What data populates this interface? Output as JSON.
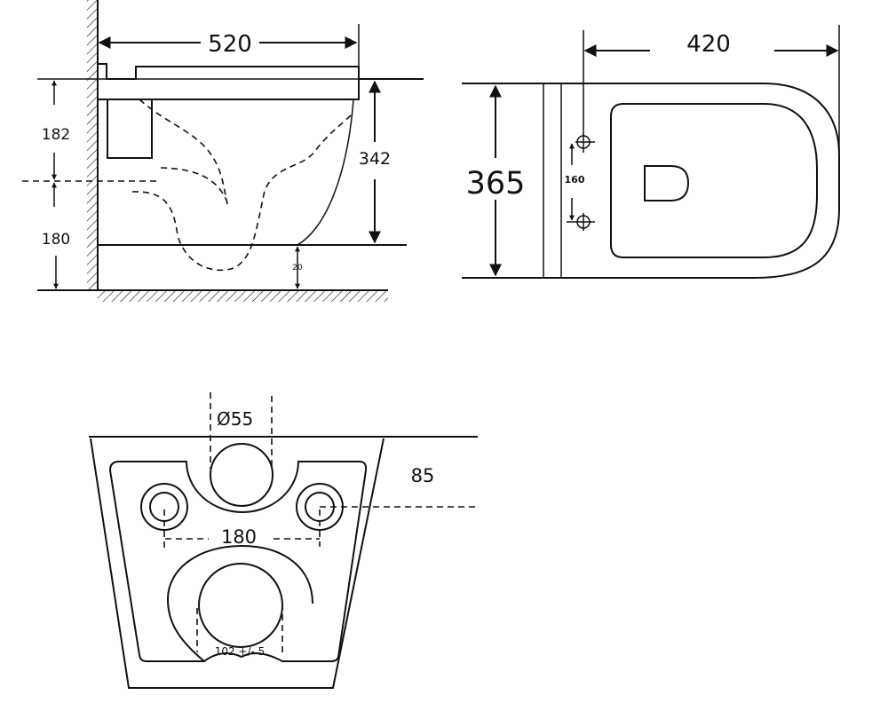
{
  "side_view": {
    "length_label": "520",
    "height_label": "342",
    "upper_offset_label": "182",
    "lower_offset_label": "180",
    "floor_gap_label": "20"
  },
  "top_view": {
    "depth_label": "420",
    "width_label": "365",
    "bolt_spacing_label": "160"
  },
  "rear_view": {
    "inlet_diameter_label": "Ø55",
    "bolt_height_label": "85",
    "bolt_spacing_label": "180",
    "outlet_diameter_label": "102 +/- 5"
  },
  "colors": {
    "line": "#111111",
    "background": "#ffffff"
  }
}
